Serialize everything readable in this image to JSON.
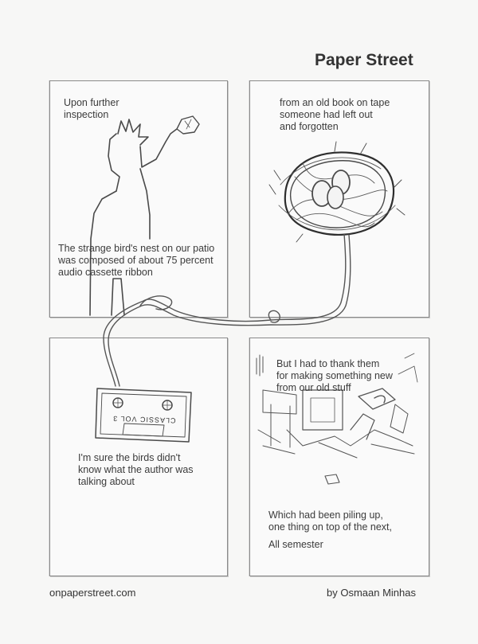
{
  "title": "Paper Street",
  "panels": [
    {
      "captions": [
        "Upon further\ninspection",
        "The strange bird's nest on our patio\nwas composed of about 75 percent\naudio cassette ribbon"
      ]
    },
    {
      "captions": [
        "from an old book on tape\nsomeone had left out\nand forgotten"
      ]
    },
    {
      "captions": [
        "I'm sure the birds didn't\nknow what the author was\ntalking about"
      ],
      "cassette_label": "CLASSIC VOL 3"
    },
    {
      "captions": [
        "But I had to thank them\nfor making something new\nfrom our old stuff",
        "Which had been piling up,\none thing on top of the next,",
        "All semester"
      ]
    }
  ],
  "footer": {
    "website": "onpaperstreet.com",
    "credit": "by Osmaan Minhas"
  }
}
